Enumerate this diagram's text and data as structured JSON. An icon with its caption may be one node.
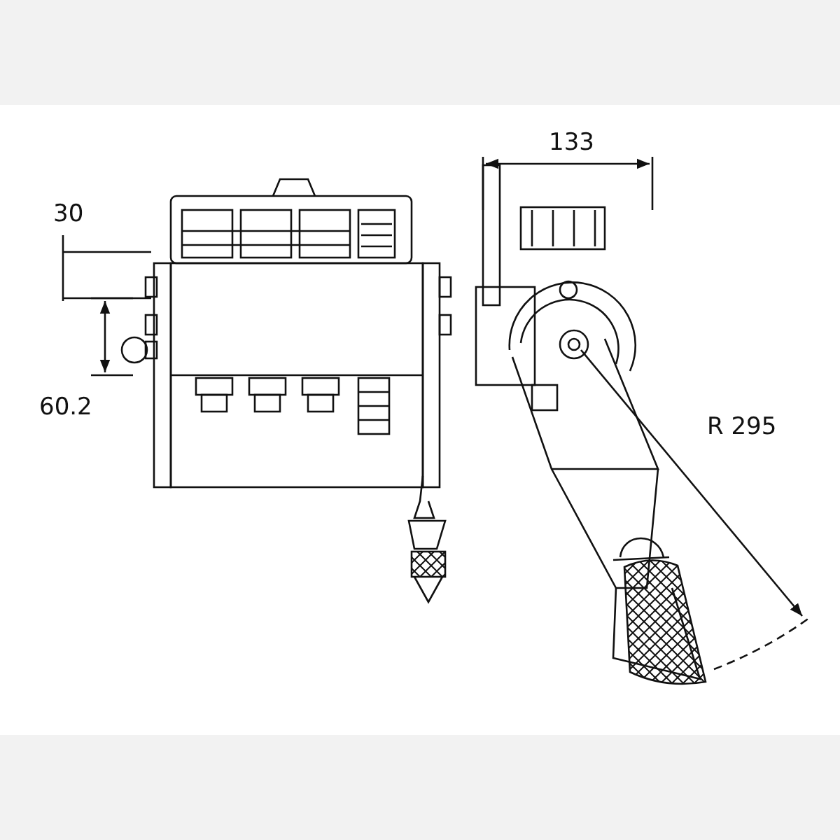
{
  "diagram": {
    "labels": [
      "30",
      "60.2",
      "133",
      "R 295"
    ]
  }
}
